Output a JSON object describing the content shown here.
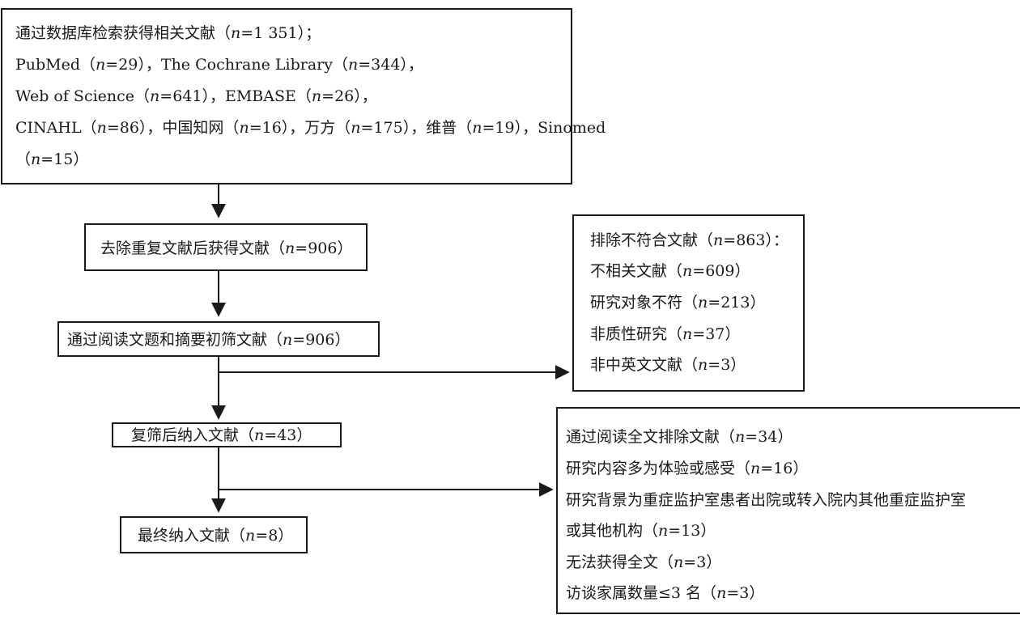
{
  "search_box": {
    "lines": [
      "通过数据库检索获得相关文献（n=1 351）；",
      "PubMed（n=29），The Cochrane Library（n=344），",
      "Web of Science（n=641），EMBASE（n=26），",
      "CINAHL（n=86），中国知网（n=16），万方（n=175），维普（n=19），Sinomed",
      "（n=15）"
    ]
  },
  "dedup_box": {
    "text": "去除重复文献后获得文献（n=906）"
  },
  "screen_box": {
    "text": "通过阅读文题和摘要初筛文献（n=906）"
  },
  "rescreen_box": {
    "text": "复筛后纳入文献（n=43）"
  },
  "final_box": {
    "text": "最终纳入文献（n=8）"
  },
  "exclude1_box": {
    "lines": [
      "排除不符合文献（n=863）：",
      "不相关文献（n=609）",
      "研究对象不符（n=213）",
      "非质性研究（n=37）",
      "非中英文文献（n=3）"
    ]
  },
  "exclude2_box": {
    "lines": [
      "通过阅读全文排除文献（n=34）",
      "研究内容多为体验或感受（n=16）",
      "研究背景为重症监护室患者出院或转入院内其他重症监护室",
      "或其他机构（n=13）",
      "无法获得全文（n=3）",
      "访谈家属数量≤3 名（n=3）"
    ]
  }
}
